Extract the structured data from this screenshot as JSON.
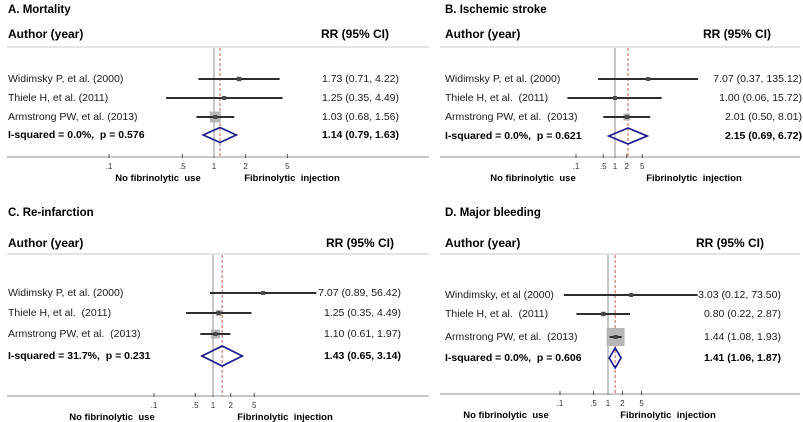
{
  "figure": {
    "description": "Four-panel forest plot of fibrinolytic injection vs no fibrinolytic use",
    "colors": {
      "diamond": "#1b1b8e",
      "pooled_dashed_line": "#c0604f",
      "null_line": "#8f8f8f",
      "axis_line": "#8f8f8f",
      "header_rule": "#c8c8c8",
      "ci_line": "#2e2e2e",
      "weight_box": "#b6b6b6",
      "point_marker": "#4a4a4a"
    }
  },
  "chart_data": [
    {
      "type": "forest",
      "panel": "A",
      "title": "A. Mortality",
      "col_author": "Author (year)",
      "col_rr": "RR (95% CI)",
      "scale": "log",
      "x_ticks": [
        ".1",
        ".5",
        "1",
        "2",
        "5"
      ],
      "x_tick_values": [
        0.1,
        0.5,
        1,
        2,
        5
      ],
      "studies": [
        {
          "label": "Widimsky P, et al. (2000)",
          "rr": 1.73,
          "lo": 0.71,
          "hi": 4.22,
          "rr_text": "1.73 (0.71, 4.22)"
        },
        {
          "label": "Thiele H, et al. (2011)",
          "rr": 1.25,
          "lo": 0.35,
          "hi": 4.49,
          "rr_text": "1.25 (0.35, 4.49)"
        },
        {
          "label": "Armstrong PW, et al. (2013)",
          "rr": 1.03,
          "lo": 0.68,
          "hi": 1.56,
          "rr_text": "1.03 (0.68, 1.56)"
        }
      ],
      "summary": {
        "label": "I-squared = 0.0%,  p = 0.576",
        "rr": 1.14,
        "lo": 0.79,
        "hi": 1.63,
        "rr_text": "1.14 (0.79, 1.63)"
      },
      "axis_label_left": "No fibrinolytic  use",
      "axis_label_right": "Fibrinolytic  injection"
    },
    {
      "type": "forest",
      "panel": "B",
      "title": "B. Ischemic stroke",
      "col_author": "Author (year)",
      "col_rr": "RR (95% CI)",
      "scale": "log",
      "x_ticks": [
        ".1",
        ".5",
        "1",
        "2",
        "5"
      ],
      "x_tick_values": [
        0.1,
        0.5,
        1,
        2,
        5
      ],
      "studies": [
        {
          "label": "Widimsky P, et al. (2000)",
          "rr": 7.07,
          "lo": 0.37,
          "hi": 135.12,
          "rr_text": "7.07 (0.37, 135.12)"
        },
        {
          "label": "Thiele H, et al.  (2011)",
          "rr": 1.0,
          "lo": 0.06,
          "hi": 15.72,
          "rr_text": "1.00 (0.06, 15.72)"
        },
        {
          "label": "Armstrong PW, et al.  (2013)",
          "rr": 2.01,
          "lo": 0.5,
          "hi": 8.01,
          "rr_text": "2.01 (0.50, 8.01)"
        }
      ],
      "summary": {
        "label": "I-squared = 0.0%,  p = 0.621",
        "rr": 2.15,
        "lo": 0.69,
        "hi": 6.72,
        "rr_text": "2.15 (0.69, 6.72)"
      },
      "axis_label_left": "No fibrinolytic  use",
      "axis_label_right": "Fibrinolytic  injection"
    },
    {
      "type": "forest",
      "panel": "C",
      "title": "C. Re-infarction",
      "col_author": "Author (year)",
      "col_rr": "RR (95% CI)",
      "scale": "log",
      "x_ticks": [
        ".1",
        ".5",
        "1",
        "2",
        "5"
      ],
      "x_tick_values": [
        0.1,
        0.5,
        1,
        2,
        5
      ],
      "studies": [
        {
          "label": "Widimsky P, et al. (2000)",
          "rr": 7.07,
          "lo": 0.89,
          "hi": 56.42,
          "rr_text": "7.07 (0.89, 56.42)"
        },
        {
          "label": "Thiele H, et al.  (2011)",
          "rr": 1.25,
          "lo": 0.35,
          "hi": 4.49,
          "rr_text": "1.25 (0.35, 4.49)"
        },
        {
          "label": "Armstrong PW, et al.  (2013)",
          "rr": 1.1,
          "lo": 0.61,
          "hi": 1.97,
          "rr_text": "1.10 (0.61, 1.97)"
        }
      ],
      "summary": {
        "label": "I-squared = 31.7%,  p = 0.231",
        "rr": 1.43,
        "lo": 0.65,
        "hi": 3.14,
        "rr_text": "1.43 (0.65, 3.14)"
      },
      "axis_label_left": "No fibrinolytic  use",
      "axis_label_right": "Fibrinolytic  injection"
    },
    {
      "type": "forest",
      "panel": "D",
      "title": "D. Major bleeding",
      "col_author": "Author (year)",
      "col_rr": "RR (95% CI)",
      "scale": "log",
      "x_ticks": [
        ".1",
        ".5",
        "1",
        "2",
        "5"
      ],
      "x_tick_values": [
        0.1,
        0.5,
        1,
        2,
        5
      ],
      "studies": [
        {
          "label": "Windimsky, et al (2000)",
          "rr": 3.03,
          "lo": 0.12,
          "hi": 73.5,
          "rr_text": "3.03 (0.12, 73.50)"
        },
        {
          "label": "Thiele H, et al.  (2011)",
          "rr": 0.8,
          "lo": 0.22,
          "hi": 2.87,
          "rr_text": "0.80 (0.22, 2.87)"
        },
        {
          "label": "Armstrong PW, et al.  (2013)",
          "rr": 1.44,
          "lo": 1.08,
          "hi": 1.93,
          "rr_text": "1.44 (1.08, 1.93)"
        }
      ],
      "summary": {
        "label": "I-squared = 0.0%,  p = 0.606",
        "rr": 1.41,
        "lo": 1.06,
        "hi": 1.87,
        "rr_text": "1.41 (1.06, 1.87)"
      },
      "axis_label_left": "No fibrinolytic  use",
      "axis_label_right": "Fibrinolytic  injection"
    }
  ]
}
